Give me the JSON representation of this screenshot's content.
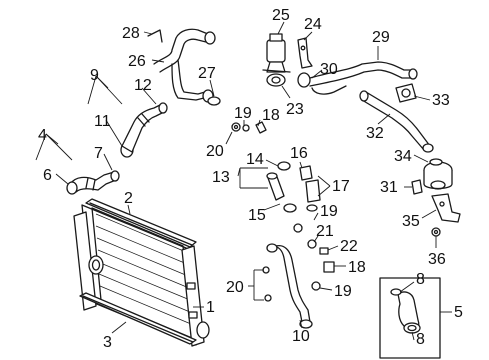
{
  "callouts": {
    "c1": "1",
    "c2": "2",
    "c3": "3",
    "c4": "4",
    "c5": "5",
    "c6": "6",
    "c7": "7",
    "c8a": "8",
    "c8b": "8",
    "c9": "9",
    "c10": "10",
    "c11": "11",
    "c12": "12",
    "c13": "13",
    "c14": "14",
    "c15": "15",
    "c16": "16",
    "c17": "17",
    "c18a": "18",
    "c18b": "18",
    "c19a": "19",
    "c19b": "19",
    "c19c": "19",
    "c20a": "20",
    "c20b": "20",
    "c21": "21",
    "c22": "22",
    "c23": "23",
    "c24": "24",
    "c25": "25",
    "c26": "26",
    "c27": "27",
    "c28": "28",
    "c29": "29",
    "c30": "30",
    "c31": "31",
    "c32": "32",
    "c33": "33",
    "c34": "34",
    "c35": "35",
    "c36": "36"
  }
}
